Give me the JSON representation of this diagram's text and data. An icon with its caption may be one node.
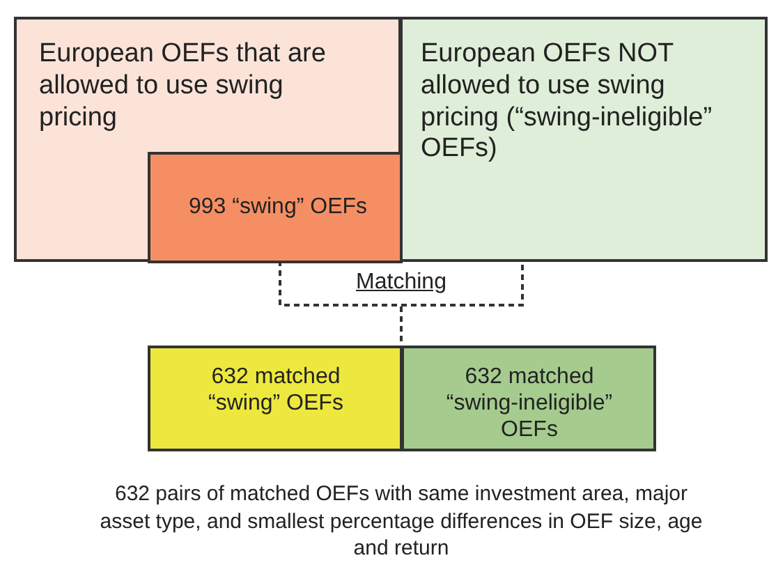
{
  "diagram": {
    "caption": "632 pairs of matched OEFs with same investment area, major asset type, and smallest percentage differences in OEF size, age and return",
    "nodes": [
      {
        "text": [
          "European OEFs that are allowed to use swing pricing"
        ]
      },
      {
        "text": [
          "993 “swing” OEFs"
        ],
        "in": 0
      },
      {
        "text": [
          "European OEFs NOT allowed to use swing pricing (“swing-ineligible” OEFs)"
        ]
      },
      {
        "text": [
          "Matching"
        ]
      },
      {
        "text": [
          "632 matched “swing” OEFs"
        ]
      },
      {
        "text": [
          "632 matched “swing-ineligible” OEFs"
        ]
      }
    ],
    "edges": [
      {
        "from": 3,
        "to": 4,
        "arrow": "none",
        "style": "dashed"
      },
      {
        "from": 3,
        "to": 5,
        "arrow": "none",
        "style": "dashed"
      }
    ]
  }
}
